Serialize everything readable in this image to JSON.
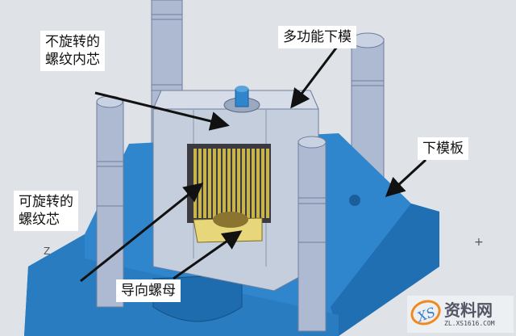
{
  "labels": {
    "non_rotating_core": [
      "不旋转的",
      "螺纹内芯"
    ],
    "multi_function_lower_die": "多功能下模",
    "lower_die_plate": "下模板",
    "rotating_core": [
      "可旋转的",
      "螺纹芯"
    ],
    "guide_nut": "导向螺母"
  },
  "axis_mark": "Z",
  "watermark": {
    "name": "资料网",
    "url": "ZL.XS1616.COM",
    "logo": "XS"
  },
  "colors": {
    "background": "#dfe2e6",
    "base_plate": "#2f86cc",
    "pillar": "#aebad2",
    "die_block": "#c5cedd",
    "thread_core": "#c9b44a",
    "guide_nut": "#e8d77a"
  }
}
